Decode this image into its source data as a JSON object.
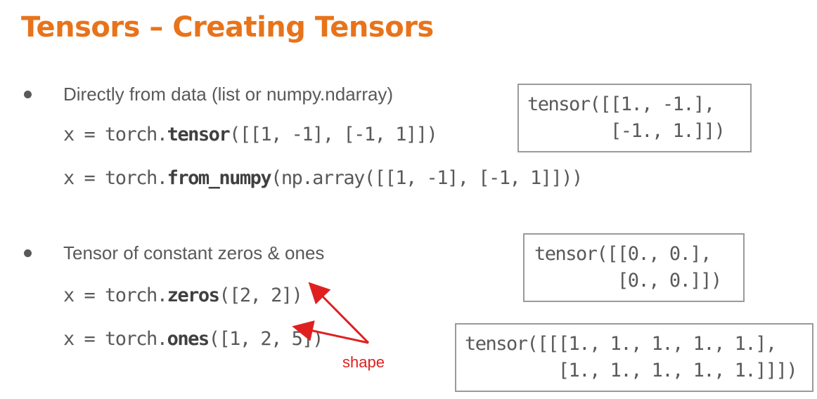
{
  "slide": {
    "title": "Tensors – Creating Tensors"
  },
  "section1": {
    "bullet": "Directly from data (list or numpy.ndarray)",
    "line1": {
      "pre": "x = torch.",
      "fn": "tensor",
      "post": "([[1, -1], [-1, 1]])"
    },
    "line2": {
      "pre": "x = torch.",
      "fn": "from_numpy",
      "post": "(np.array([[1, -1], [-1, 1]]))"
    },
    "output": {
      "line1": "tensor([[1., -1.],",
      "line2": "        [-1., 1.]])"
    }
  },
  "section2": {
    "bullet": "Tensor of constant zeros & ones",
    "line1": {
      "pre": "x = torch.",
      "fn": "zeros",
      "post": "([2, 2])"
    },
    "line2": {
      "pre": "x = torch.",
      "fn": "ones",
      "post": "([1, 2, 5])"
    },
    "output_zeros": {
      "line1": "tensor([[0., 0.],",
      "line2": "        [0., 0.]])"
    },
    "output_ones": {
      "line1": "tensor([[[1., 1., 1., 1., 1.],",
      "line2": "         [1., 1., 1., 1., 1.]]])"
    },
    "annotation": "shape"
  },
  "colors": {
    "title": "#E8731A",
    "body_text": "#595959",
    "annotation": "#E02020",
    "box_border": "#9a9a9a"
  }
}
